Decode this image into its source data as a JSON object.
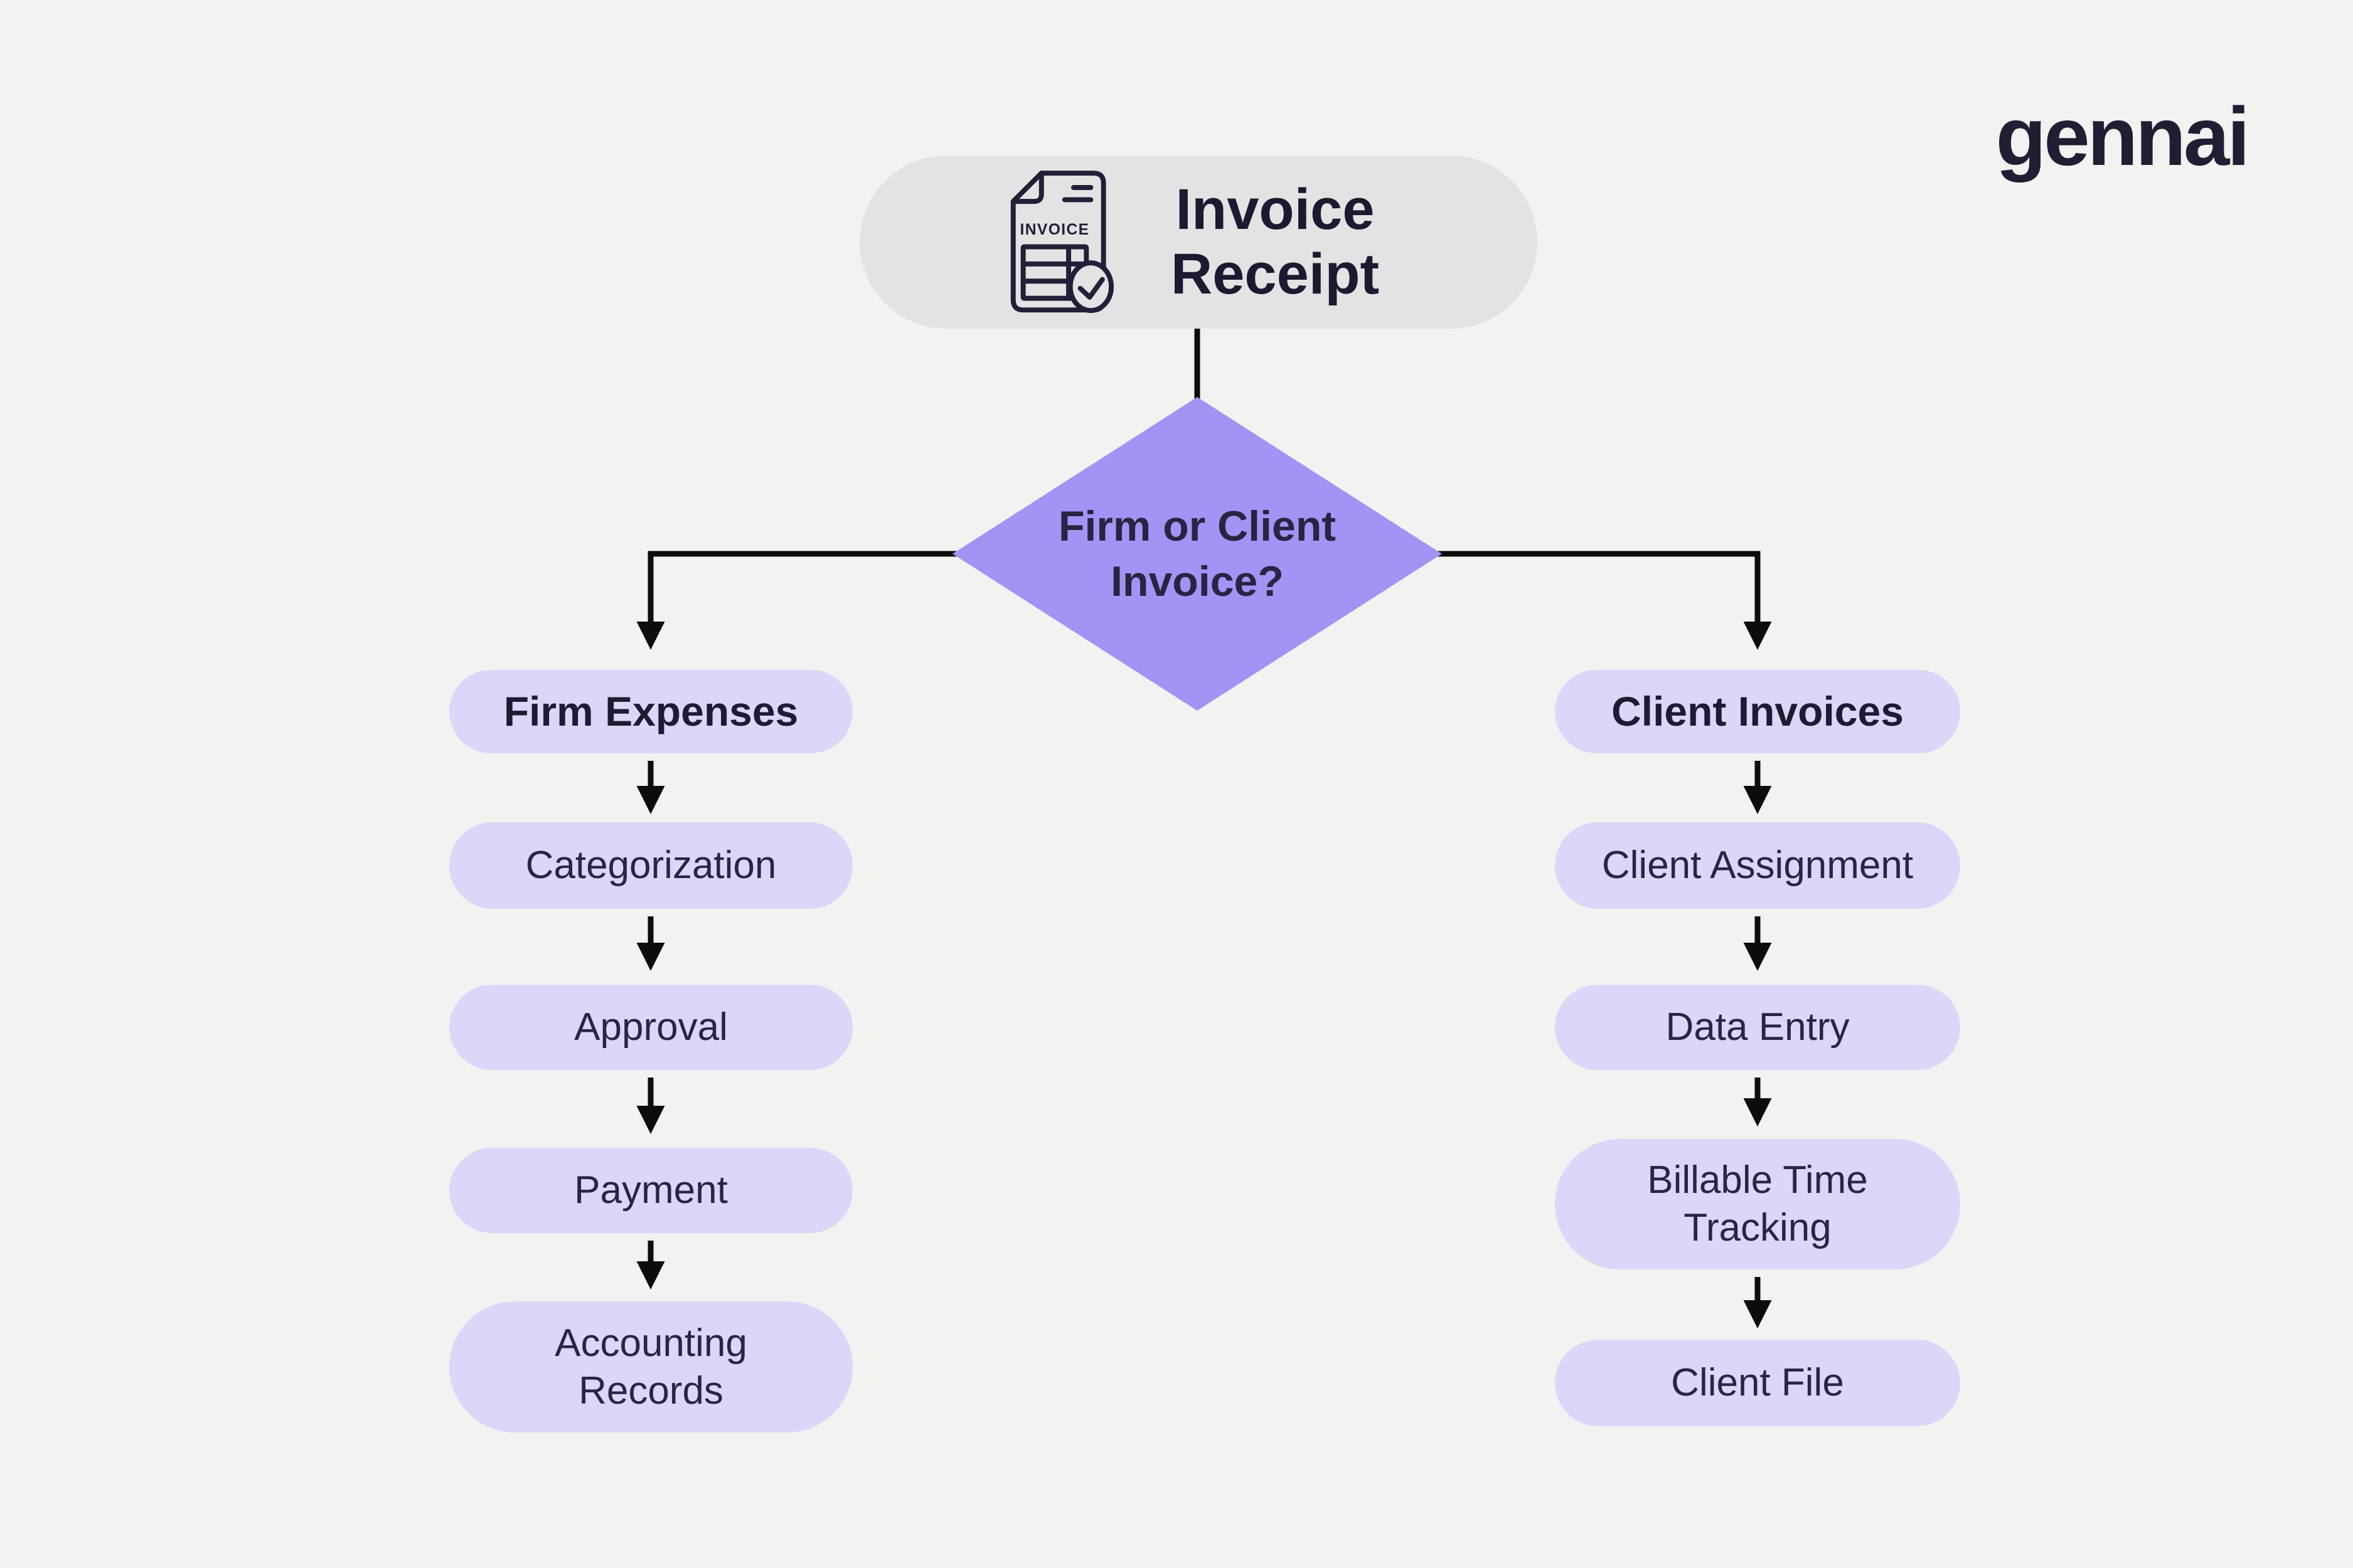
{
  "brand": {
    "logo_text": "gennai"
  },
  "colors": {
    "background": "#f3f2f1",
    "start_fill": "#e4e2e3",
    "decision_fill": "#a393f4",
    "step_fill": "#dcd6f9",
    "text_dark": "#1f1b33",
    "connector": "#0c0c0c"
  },
  "flow": {
    "start": {
      "label": "Invoice Receipt",
      "icon": "invoice-document-icon",
      "icon_text": "INVOICE"
    },
    "decision": {
      "label": "Firm or Client Invoice?"
    },
    "left_branch": {
      "header": "Firm Expenses",
      "steps": [
        "Categorization",
        "Approval",
        "Payment",
        "Accounting Records"
      ]
    },
    "right_branch": {
      "header": "Client Invoices",
      "steps": [
        "Client Assignment",
        "Data Entry",
        "Billable Time Tracking",
        "Client File"
      ]
    }
  }
}
